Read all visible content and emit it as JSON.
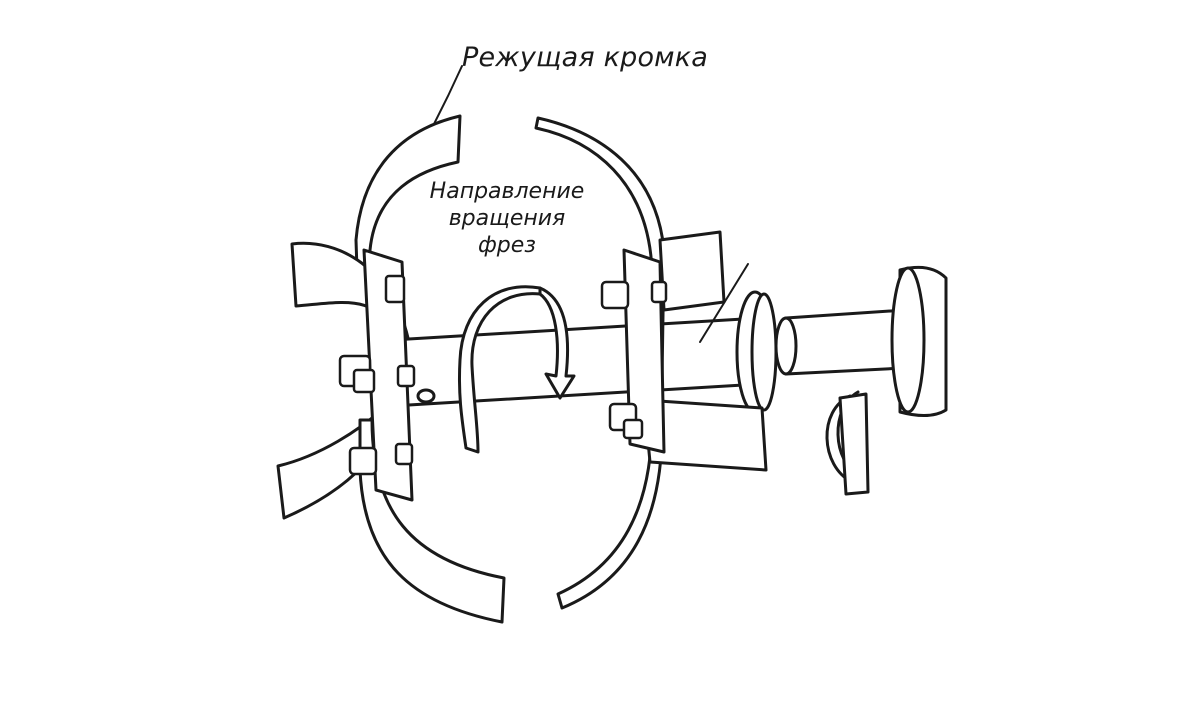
{
  "labels": {
    "cutting_edge": "Режущая кромка",
    "rotation_line1": "Направление",
    "rotation_line2": "вращения",
    "rotation_line3": "фрез"
  },
  "colors": {
    "ink": "#1a1a1a",
    "background": "#ffffff"
  }
}
